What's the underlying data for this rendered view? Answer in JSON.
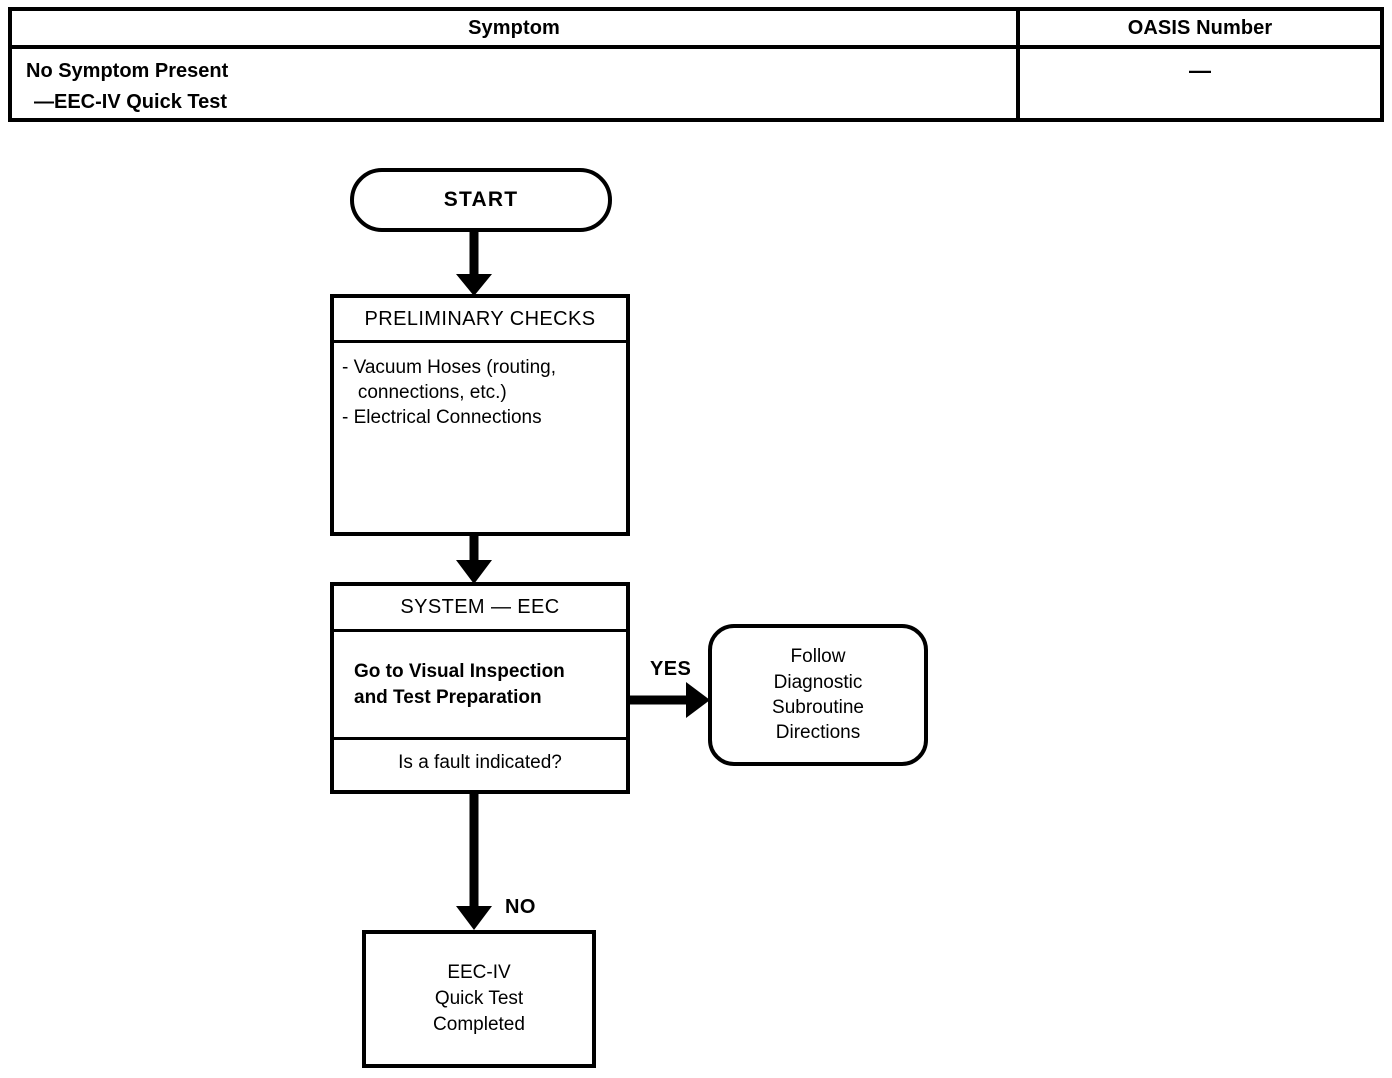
{
  "table": {
    "headers": [
      "Symptom",
      "OASIS Number"
    ],
    "rows": [
      {
        "symptom_lines": [
          "No Symptom Present",
          "—EEC-IV Quick Test"
        ],
        "oasis_number": "—"
      }
    ]
  },
  "flowchart": {
    "start": {
      "label": "START"
    },
    "preliminary_checks": {
      "title": "PRELIMINARY CHECKS",
      "items": [
        "- Vacuum Hoses (routing,",
        "   connections, etc.)",
        "- Electrical Connections"
      ]
    },
    "system_eec": {
      "title": "SYSTEM — EEC",
      "action_lines": [
        "Go to Visual Inspection",
        "and Test Preparation"
      ],
      "question": "Is a fault indicated?"
    },
    "follow_subroutine": {
      "lines": [
        "Follow",
        "Diagnostic",
        "Subroutine",
        "Directions"
      ]
    },
    "completed": {
      "lines": [
        "EEC-IV",
        "Quick Test",
        "Completed"
      ]
    },
    "edges": {
      "yes_label": "YES",
      "no_label": "NO"
    }
  },
  "colors": {
    "ink": "#000000",
    "paper": "#ffffff"
  }
}
